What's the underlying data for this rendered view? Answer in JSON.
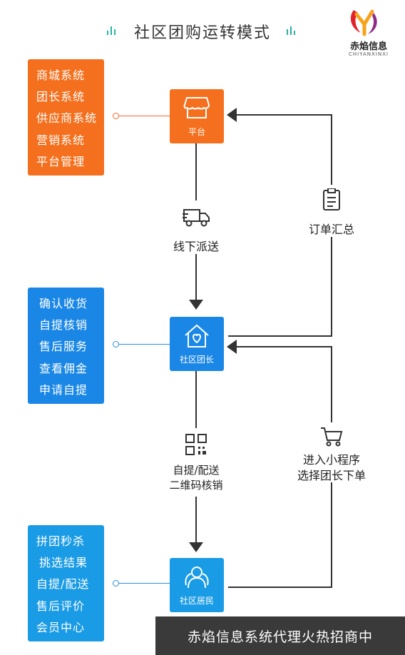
{
  "header": {
    "title": "社区团购运转模式",
    "logo_name": "赤焰信息",
    "logo_sub": "CHIYANXINXI"
  },
  "nodes": {
    "platform": "平台",
    "leader": "社区团长",
    "resident": "社区居民"
  },
  "platform_panel": [
    "商城系统",
    "团长系统",
    "供应商系统",
    "营销系统",
    "平台管理"
  ],
  "leader_panel": [
    "确认收货",
    "自提核销",
    "售后服务",
    "查看佣金",
    "申请自提"
  ],
  "resident_panel": [
    "拼团秒杀",
    "挑选结果",
    "自提/配送",
    "售后评价",
    "会员中心"
  ],
  "flows": {
    "delivery": "线下派送",
    "order_summary": "订单汇总",
    "pickup_line1": "自提/配送",
    "pickup_line2": "二维码核销",
    "miniprogram_line1": "进入小程序",
    "miniprogram_line2": "选择团长下单"
  },
  "banner": "赤焰信息系统代理火热招商中",
  "colors": {
    "orange": "#f5701e",
    "blue": "#1a87e6",
    "teal": "#1a9be6",
    "accent": "#27b2a4"
  }
}
